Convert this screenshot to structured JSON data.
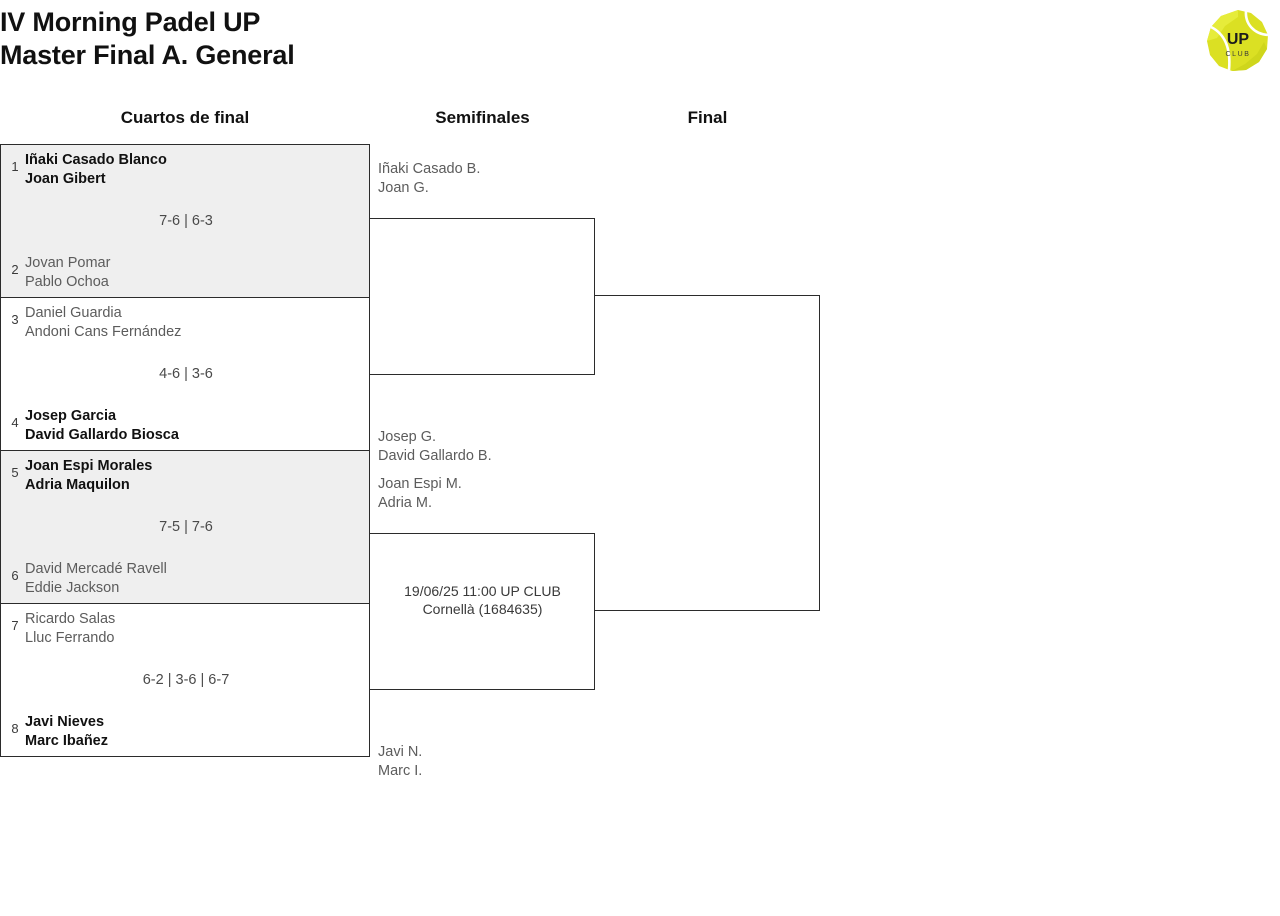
{
  "header": {
    "title": "IV Morning Padel UP\nMaster Final A. General",
    "logo": {
      "primary_text": "UP",
      "secondary_text": "CLUB",
      "color": "#d9e021"
    }
  },
  "rounds": [
    {
      "key": "qf",
      "label": "Cuartos de final"
    },
    {
      "key": "sf",
      "label": "Semifinales"
    },
    {
      "key": "final",
      "label": "Final"
    }
  ],
  "quarterfinals": [
    {
      "shaded": true,
      "top": {
        "seed": "1",
        "player1": "Iñaki Casado Blanco",
        "player2": "Joan Gibert",
        "winner": true
      },
      "bottom": {
        "seed": "2",
        "player1": "Jovan Pomar",
        "player2": "Pablo Ochoa",
        "winner": false
      },
      "score": "7-6 | 6-3"
    },
    {
      "shaded": false,
      "top": {
        "seed": "3",
        "player1": "Daniel Guardia",
        "player2": "Andoni Cans Fernández",
        "winner": false
      },
      "bottom": {
        "seed": "4",
        "player1": "Josep Garcia",
        "player2": "David Gallardo Biosca",
        "winner": true
      },
      "score": "4-6 | 3-6"
    },
    {
      "shaded": true,
      "top": {
        "seed": "5",
        "player1": "Joan Espi Morales",
        "player2": "Adria Maquilon",
        "winner": true
      },
      "bottom": {
        "seed": "6",
        "player1": "David Mercadé Ravell",
        "player2": "Eddie Jackson",
        "winner": false
      },
      "score": "7-5 | 7-6"
    },
    {
      "shaded": false,
      "top": {
        "seed": "7",
        "player1": "Ricardo Salas",
        "player2": "Lluc Ferrando",
        "winner": false
      },
      "bottom": {
        "seed": "8",
        "player1": "Javi Nieves",
        "player2": "Marc Ibañez",
        "winner": true
      },
      "score": "6-2 | 3-6 | 6-7"
    }
  ],
  "semifinals": [
    {
      "top": {
        "player1": "Iñaki Casado B.",
        "player2": "Joan G."
      },
      "bottom": {
        "player1": "Josep G.",
        "player2": "David Gallardo B."
      },
      "note_line1": "",
      "note_line2": ""
    },
    {
      "top": {
        "player1": "Joan Espi M.",
        "player2": "Adria M."
      },
      "bottom": {
        "player1": "Javi N.",
        "player2": "Marc I."
      },
      "note_line1": "19/06/25 11:00 UP CLUB",
      "note_line2": "Cornellà (1684635)"
    }
  ],
  "final": {
    "top": {
      "player1": "",
      "player2": ""
    },
    "bottom": {
      "player1": "",
      "player2": ""
    },
    "note_line1": "",
    "note_line2": ""
  }
}
